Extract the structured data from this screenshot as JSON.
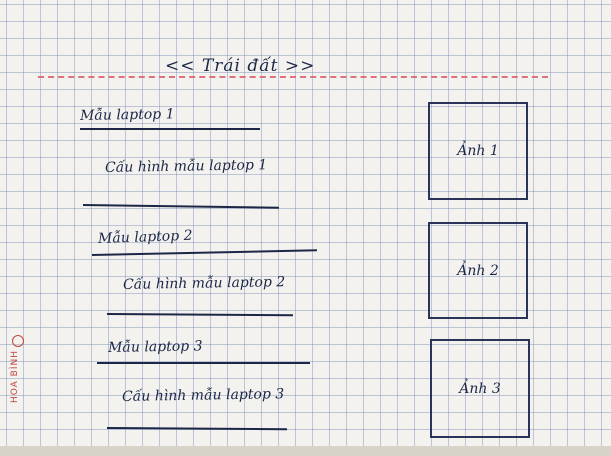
{
  "page": {
    "title": "<< Trái đất >>",
    "brand": "HOA BÌNH"
  },
  "items": [
    {
      "heading": "Mẫu laptop 1",
      "description": "Cấu hình mẫu laptop 1",
      "image_label": "Ảnh 1"
    },
    {
      "heading": "Mẫu laptop 2",
      "description": "Cấu hình mẫu laptop 2",
      "image_label": "Ảnh 2"
    },
    {
      "heading": "Mẫu laptop 3",
      "description": "Cấu hình mẫu laptop 3",
      "image_label": "Ảnh 3"
    }
  ],
  "colors": {
    "ink": "#1c2748",
    "grid": "#788cb9",
    "margin_line": "#e0707a",
    "brand": "#c0463e"
  }
}
